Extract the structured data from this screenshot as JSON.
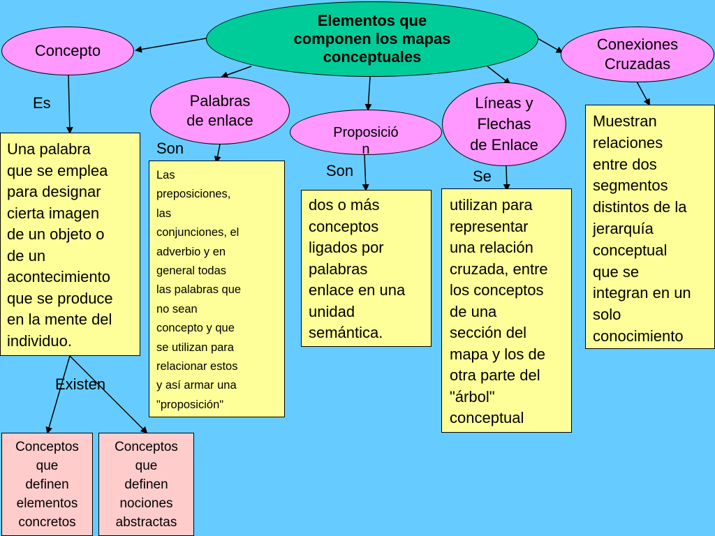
{
  "nodes": {
    "main": "Elementos que\ncomponen los mapas\nconceptuales",
    "concepto": "Concepto",
    "conexiones": "Conexiones\nCruzadas",
    "palabras": "Palabras\nde enlace",
    "proposicion": "Proposició\nn",
    "lineas": "Líneas y\nFlechas\nde Enlace"
  },
  "labels": {
    "es": "Es",
    "son1": "Son",
    "son2": "Son",
    "se": "Se",
    "existen": "Existen"
  },
  "boxes": {
    "concepto_def": "Una palabra\nque se emplea\npara designar\ncierta imagen\nde un objeto o\nde un\nacontecimiento\nque se produce\nen la mente del\nindividuo.",
    "palabras_def": "Las\npreposiciones,\nlas\nconjunciones, el\nadverbio y en\ngeneral todas\nlas palabras que\nno sean\nconcepto y que\nse utilizan para\nrelacionar estos\ny así armar una\n\"proposición\"",
    "proposicion_def": "dos o más\nconceptos\nligados por\npalabras\nenlace en una\nunidad\nsemántica.",
    "lineas_def": "utilizan para\nrepresentar\nuna relación\ncruzada, entre\nlos conceptos\nde una\nsección del\nmapa y los de\notra parte del\n\"árbol\"\nconceptual",
    "conexiones_def": "Muestran\nrelaciones\nentre dos\nsegmentos\ndistintos de la\njerarquía\nconceptual\nque se\nintegran en un\nsolo\nconocimiento",
    "concretos": "Conceptos\nque\ndefinen\nelementos\nconcretos",
    "abstractos": "Conceptos\nque\ndefinen\nnociones\nabstractas"
  },
  "colors": {
    "background": "#66ccff",
    "main_node": "#00cc99",
    "node": "#ff99ff",
    "definition_box": "#ffff99",
    "example_box": "#ffcccc"
  }
}
